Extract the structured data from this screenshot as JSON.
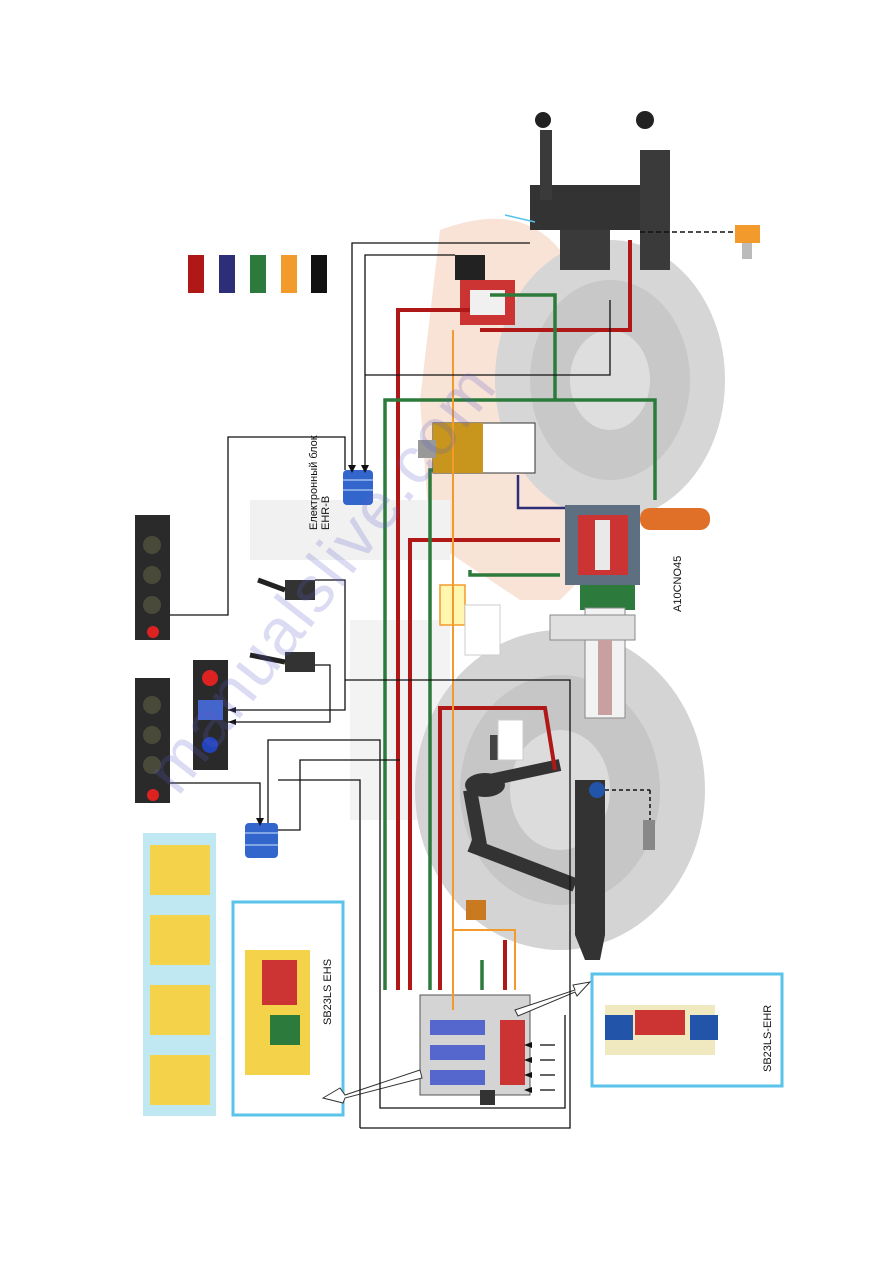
{
  "labels": {
    "ehr_block": "Електронный блок EHR-B",
    "pump": "A10CNO45",
    "valve_left": "SB23LS EHS",
    "valve_right": "SB23LS-EHR"
  },
  "watermark": "manualslive.com",
  "legend_colors": [
    "#b01818",
    "#2e2e78",
    "#2c7a3c",
    "#f39a2c",
    "#111111"
  ],
  "line_colors": {
    "pressure": "#b01818",
    "return": "#2e2e78",
    "pilot": "#2c7a3c",
    "signal": "#f39a2c",
    "electric": "#111111",
    "frame": "#59c3ea"
  }
}
